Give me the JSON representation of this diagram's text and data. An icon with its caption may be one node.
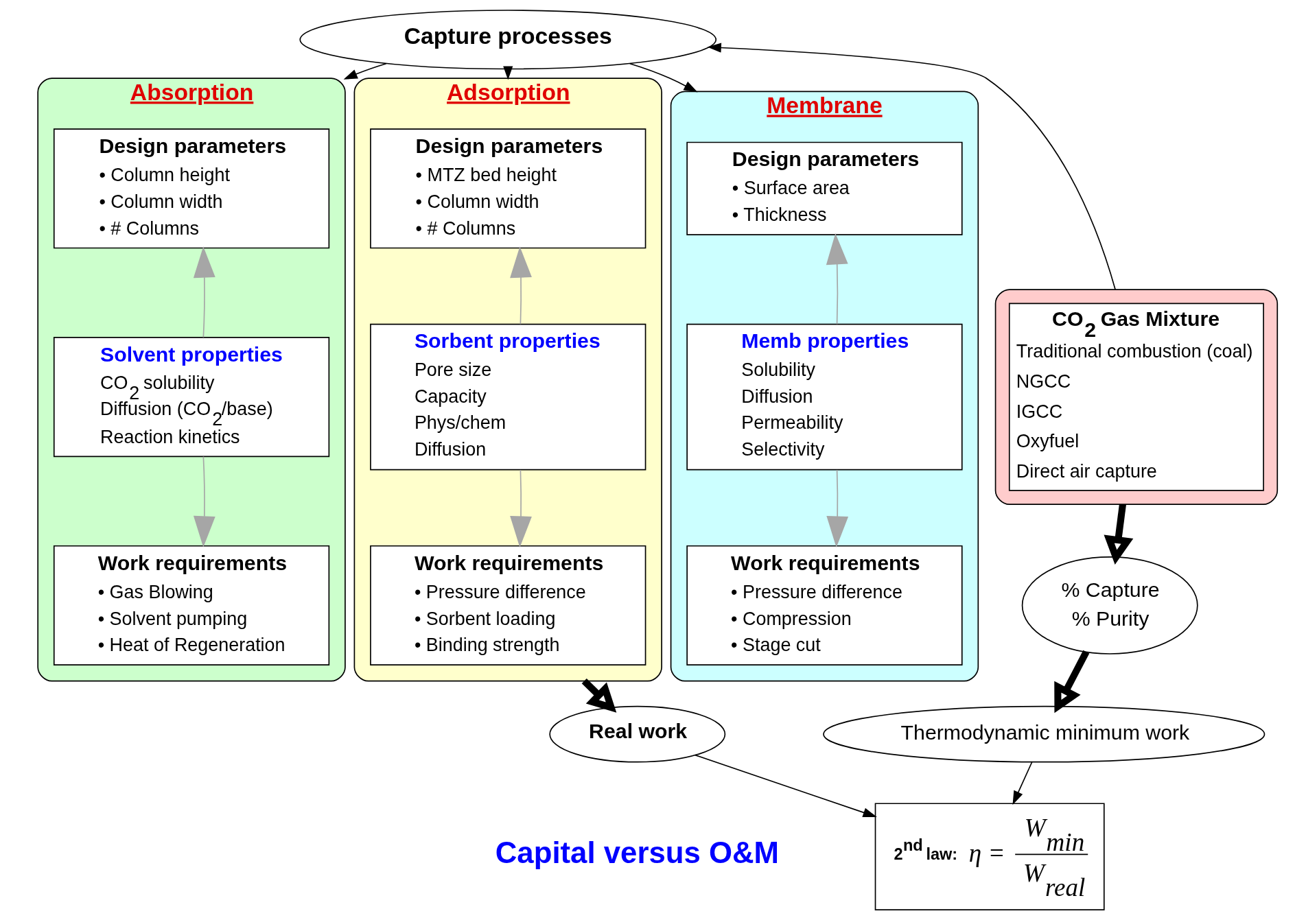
{
  "diagram": {
    "nodes": [
      {
        "text": [
          "Capture processes"
        ]
      },
      {
        "text": [
          "CO$_{2}$ Gas Mixture",
          "Traditional combustion (coal)",
          "NGCC",
          "IGCC",
          "Oxyfuel",
          "Direct air capture"
        ]
      },
      {
        "text": [
          "Absorption"
        ]
      },
      {
        "text": [
          "Design parameters",
          "• Column height",
          "• Column width",
          "• # Columns"
        ],
        "in": 2
      },
      {
        "text": [
          "Solvent properties",
          "CO$_{2}$ solubility",
          "Diffusion (CO$_{2}$/base)",
          "Reaction kinetics"
        ],
        "in": 2
      },
      {
        "text": [
          "Work requirements",
          "• Gas Blowing",
          "• Solvent pumping",
          "• Heat of Regeneration"
        ],
        "in": 2
      },
      {
        "text": [
          "Adsorption"
        ]
      },
      {
        "text": [
          "Design parameters",
          "• MTZ bed height",
          "• Column width",
          "• # Columns"
        ],
        "in": 6
      },
      {
        "text": [
          "Sorbent properties",
          "Pore size",
          "Capacity",
          "Phys/chem",
          "Diffusion"
        ],
        "in": 6
      },
      {
        "text": [
          "Work requirements",
          "• Pressure difference",
          "• Sorbent loading",
          "• Binding strength"
        ],
        "in": 6
      },
      {
        "text": [
          "Membrane"
        ]
      },
      {
        "text": [
          "Design parameters",
          "• Surface area",
          "• Thickness"
        ],
        "in": 10
      },
      {
        "text": [
          "Memb properties",
          "Solubility",
          "Diffusion",
          "Permeability",
          "Selectivity"
        ],
        "in": 10
      },
      {
        "text": [
          "Work requirements",
          "• Pressure difference",
          "• Compression",
          "• Stage cut"
        ],
        "in": 10
      },
      {
        "text": [
          "% Capture",
          "% Purity"
        ]
      },
      {
        "text": [
          "Thermodynamic minimum work"
        ]
      },
      {
        "text": [
          "Real work"
        ]
      },
      {
        "text": [
          "2$^{nd}$ law:",
          "η =",
          "W$_{min}$",
          "W$_{real}$"
        ]
      }
    ],
    "edges": [
      {
        "from": 1,
        "to": 0,
        "arrow": "to"
      },
      {
        "from": 0,
        "to": 2,
        "arrow": "to"
      },
      {
        "from": 0,
        "to": 6,
        "arrow": "to"
      },
      {
        "from": 0,
        "to": 10,
        "arrow": "to"
      },
      {
        "from": 4,
        "to": 3,
        "arrow": "to",
        "color": "#a6a6a6"
      },
      {
        "from": 4,
        "to": 5,
        "arrow": "to",
        "color": "#a6a6a6"
      },
      {
        "from": 8,
        "to": 7,
        "arrow": "to",
        "color": "#a6a6a6"
      },
      {
        "from": 8,
        "to": 9,
        "arrow": "to",
        "color": "#a6a6a6"
      },
      {
        "from": 12,
        "to": 11,
        "arrow": "to",
        "color": "#a6a6a6"
      },
      {
        "from": 12,
        "to": 13,
        "arrow": "to",
        "color": "#a6a6a6"
      },
      {
        "from": 1,
        "to": 14,
        "arrow": "to",
        "style": "thick"
      },
      {
        "from": 14,
        "to": 15,
        "arrow": "to",
        "style": "thick"
      },
      {
        "from": 6,
        "to": 16,
        "arrow": "to",
        "style": "thick"
      },
      {
        "from": 15,
        "to": 17,
        "arrow": "to"
      },
      {
        "from": 16,
        "to": 17,
        "arrow": "to"
      }
    ],
    "labels": [
      "Capital versus O&M"
    ]
  }
}
